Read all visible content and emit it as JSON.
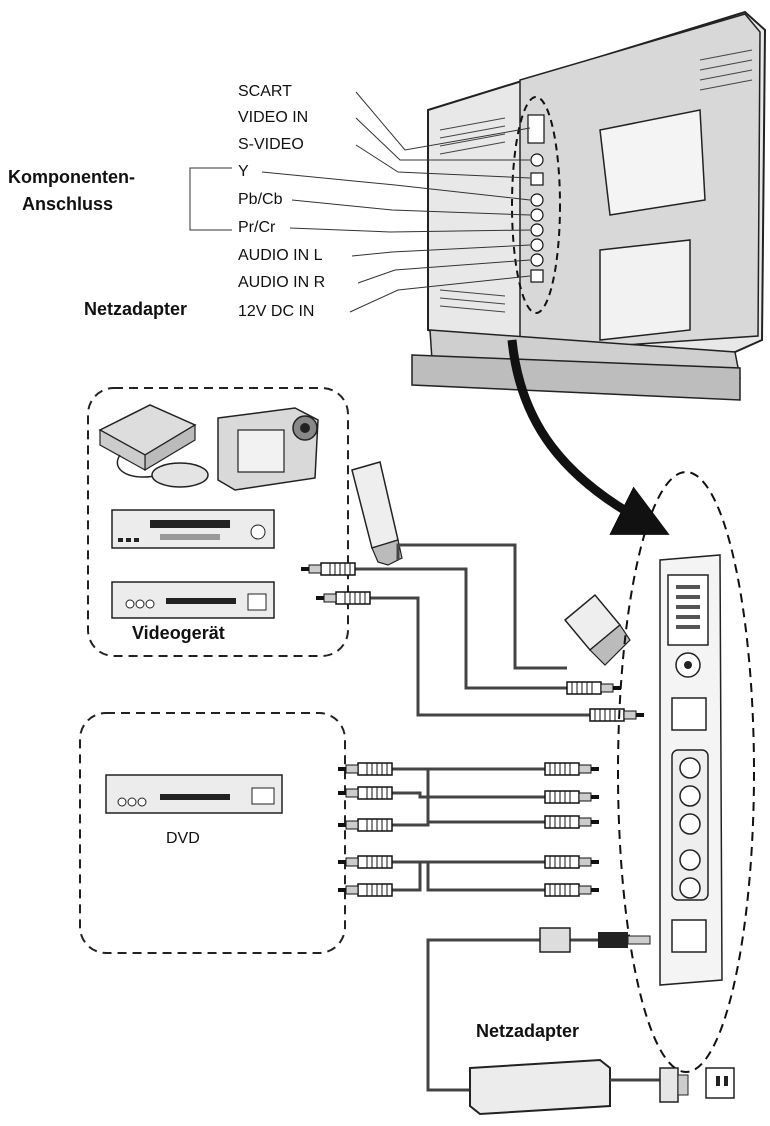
{
  "port_labels": [
    "SCART",
    "VIDEO IN",
    "S-VIDEO",
    "Y",
    "Pb/Cb",
    "Pr/Cr",
    "AUDIO IN L",
    "AUDIO IN R",
    "12V DC IN"
  ],
  "component_group_label_line1": "Komponenten-",
  "component_group_label_line2": "Anschluss",
  "power_label_top": "Netzadapter",
  "video_device_group_label": "Videogerät",
  "dvd_label": "DVD",
  "power_adapter_label": "Netzadapter",
  "icons": [
    "tv-rear-icon",
    "game-console-icon",
    "camcorder-icon",
    "vcr-icon",
    "video-player-icon",
    "dvd-player-icon",
    "scart-plug-icon",
    "rca-plug-icon",
    "s-video-plug-icon",
    "dc-plug-icon",
    "power-adapter-icon",
    "wall-plug-icon"
  ]
}
